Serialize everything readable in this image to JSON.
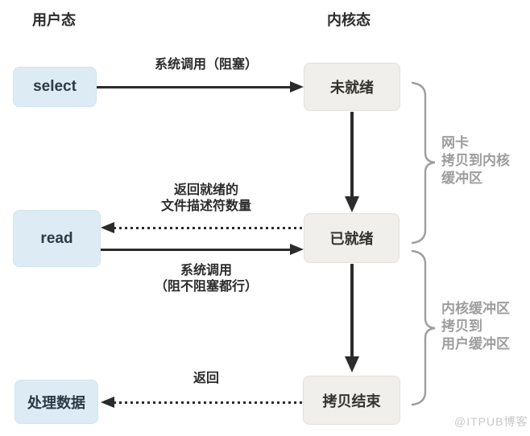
{
  "colors": {
    "user_box_bg": "#ddecf4",
    "user_box_text": "#2c3a45",
    "kernel_box_bg": "#f0efeb",
    "kernel_box_text": "#35332d",
    "arrow": "#2b2b2b",
    "brace": "#9d9d9d",
    "watermark": "#c8c8c8"
  },
  "headers": {
    "user_mode": "用户态",
    "kernel_mode": "内核态"
  },
  "user_boxes": {
    "select": "select",
    "read": "read",
    "process_data": "处理数据"
  },
  "kernel_boxes": {
    "not_ready": "未就绪",
    "ready": "已就绪",
    "copy_done": "拷贝结束"
  },
  "edge_labels": {
    "select_call": "系统调用（阻塞）",
    "return_ready_line1": "返回就绪的",
    "return_ready_line2": "文件描述符数量",
    "read_call_line1": "系统调用",
    "read_call_line2": "（阻不阻塞都行）",
    "return_label": "返回"
  },
  "braces": {
    "nic_copy": {
      "line1": "网卡",
      "line2": "拷贝到内核",
      "line3": "缓冲区"
    },
    "kernel_copy": {
      "line1": "内核缓冲区",
      "line2": "拷贝到",
      "line3": "用户缓冲区"
    }
  },
  "watermark": "@ITPUB博客"
}
